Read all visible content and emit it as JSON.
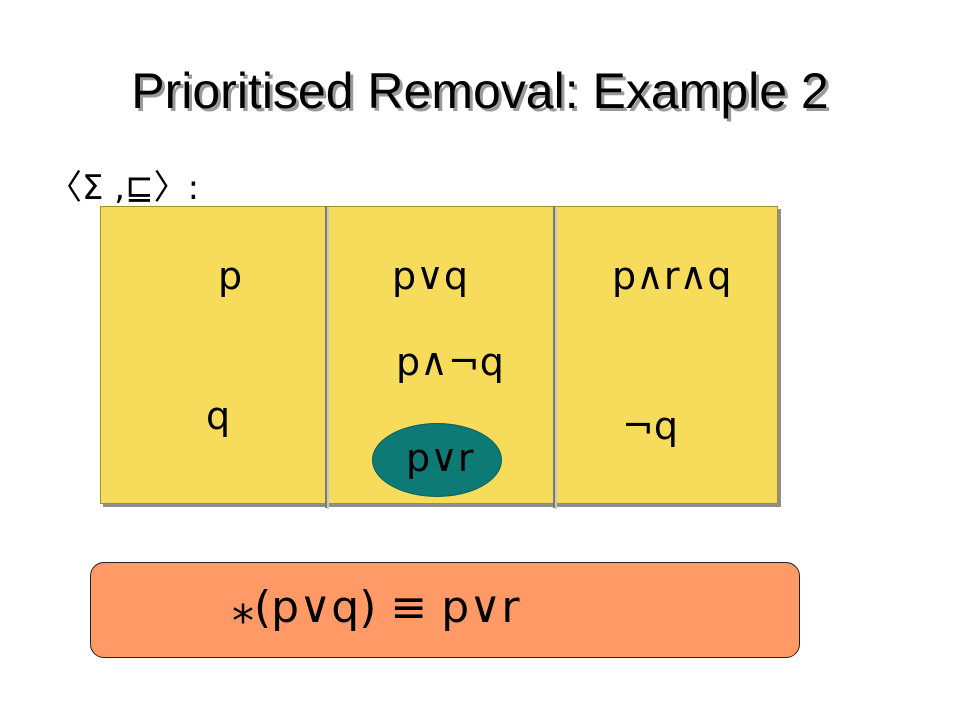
{
  "slide": {
    "title": "Prioritised Removal: Example 2",
    "ordering_label": "〈Σ ,⊑〉:"
  },
  "partitions": [
    {
      "formulas": [
        "p",
        "q"
      ]
    },
    {
      "formulas": [
        "p∨q",
        "p∧¬q",
        "p∨r"
      ]
    },
    {
      "formulas": [
        "p∧r∧q",
        "¬q"
      ]
    }
  ],
  "highlighted_formula": "p∨r",
  "result": {
    "expression": "⁎(p∨q)  ≡ p∨r"
  },
  "colors": {
    "partition_fill": "#f7dc5c",
    "highlight_fill": "#0d7a76",
    "result_fill": "#ff9966"
  }
}
